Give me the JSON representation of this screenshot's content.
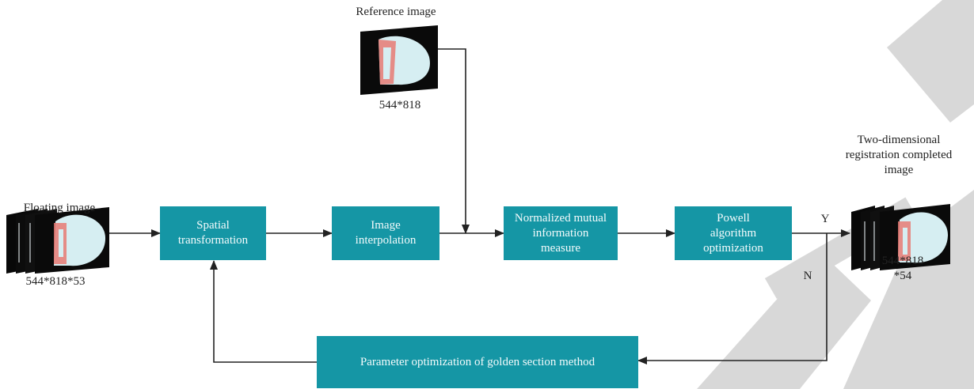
{
  "inputs": {
    "reference_title": "Reference image",
    "reference_size": "544*818",
    "floating_title": "Floating image",
    "floating_size": "544*818*53",
    "output_title": "Two-dimensional\nregistration completed\nimage",
    "output_size": "544*818\n*54"
  },
  "steps": {
    "spatial": "Spatial\ntransformation",
    "interpolation": "Image\ninterpolation",
    "nmi": "Normalized mutual\ninformation\nmeasure",
    "powell": "Powell\nalgorithm\noptimization",
    "golden": "Parameter optimization of golden section method"
  },
  "branches": {
    "yes": "Y",
    "no": "N"
  },
  "colors": {
    "box": "#1596a5",
    "watermark": "#d6d6d6",
    "arrow": "#222222"
  }
}
